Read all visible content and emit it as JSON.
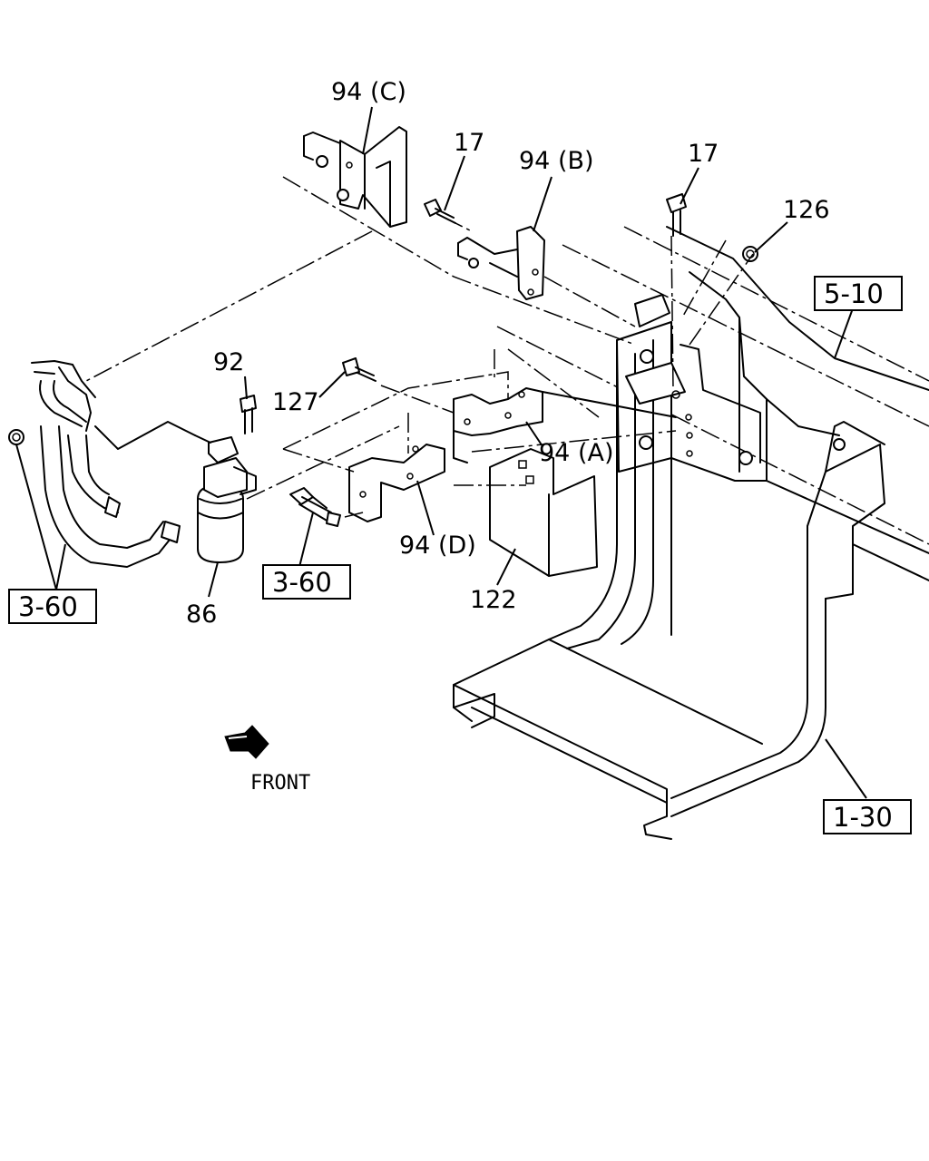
{
  "labels": {
    "p94c": "94 (C)",
    "p17a": "17",
    "p94b": "94 (B)",
    "p17b": "17",
    "p126": "126",
    "p92": "92",
    "p127": "127",
    "p94a": "94 (A)",
    "p94d": "94 (D)",
    "p122": "122",
    "p86": "86",
    "ref360a": "3-60",
    "ref360b": "3-60",
    "ref510": "5-10",
    "ref130": "1-30",
    "front": "FRONT"
  }
}
